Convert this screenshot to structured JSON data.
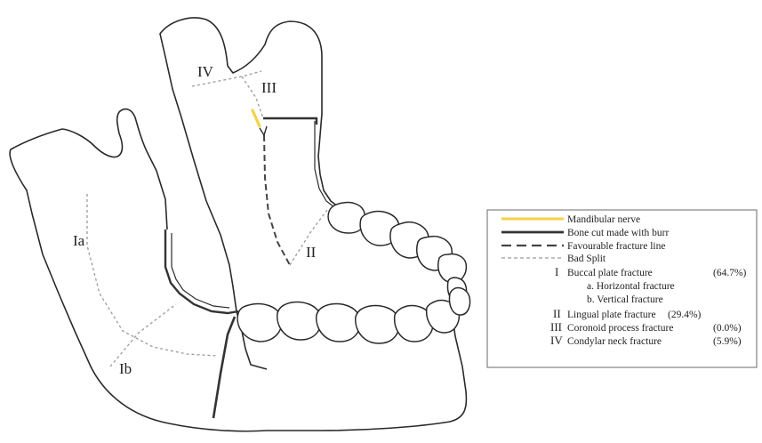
{
  "colors": {
    "nerve": "#f2d24a",
    "bone_cut": "#333333",
    "favourable": "#444444",
    "bad_split": "#9a9a9a",
    "outline": "#2a2a2a"
  },
  "diagram": {
    "regions": {
      "Ia": "Ia",
      "Ib": "Ib",
      "II": "II",
      "III": "III",
      "IV": "IV"
    }
  },
  "legend": {
    "lines": [
      {
        "label": "Mandibular nerve",
        "style": "nerve"
      },
      {
        "label": "Bone cut made with burr",
        "style": "bone_cut"
      },
      {
        "label": "Favourable fracture line",
        "style": "favourable"
      },
      {
        "label": "Bad Split",
        "style": "bad_split"
      }
    ],
    "fractures": [
      {
        "numeral": "I",
        "label": "Buccal plate fracture",
        "pct": "(64.7%)",
        "subs": [
          "a. Horizontal fracture",
          "b. Vertical fracture"
        ]
      },
      {
        "numeral": "II",
        "label": "Lingual plate fracture",
        "pct": "(29.4%)"
      },
      {
        "numeral": "III",
        "label": "Coronoid process fracture",
        "pct": "(0.0%)"
      },
      {
        "numeral": "IV",
        "label": "Condylar neck fracture",
        "pct": "(5.9%)"
      }
    ]
  }
}
